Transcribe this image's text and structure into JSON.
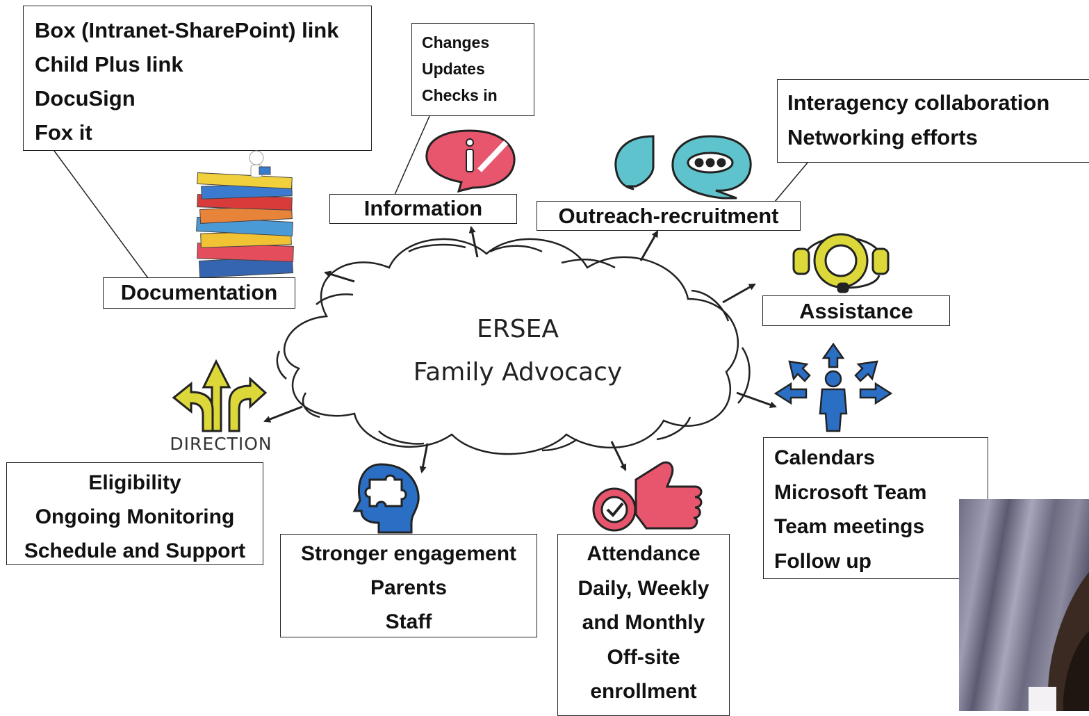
{
  "center": {
    "title": "ERSEA",
    "subtitle": "Family Advocacy"
  },
  "boxes": {
    "top_left_links": [
      "Box (Intranet-SharePoint) link",
      "Child Plus link",
      "DocuSign",
      "Fox it"
    ],
    "info_notes": [
      "Changes",
      "Updates",
      "Checks in"
    ],
    "interagency": [
      "Interagency collaboration",
      "Networking efforts"
    ],
    "eligibility": [
      "Eligibility",
      "Ongoing Monitoring",
      "Schedule and Support"
    ],
    "engagement": [
      "Stronger engagement",
      "Parents",
      "Staff"
    ],
    "attendance": [
      "Attendance",
      "Daily, Weekly",
      "and Monthly",
      "Off-site",
      "enrollment"
    ],
    "calendars": [
      "Calendars",
      "Microsoft Team",
      "Team meetings",
      "Follow up"
    ]
  },
  "labels": {
    "documentation": "Documentation",
    "information": "Information",
    "outreach": "Outreach-recruitment",
    "assistance": "Assistance",
    "direction_icon_text": "DIRECTION"
  },
  "icons": [
    "document-stack-icon",
    "info-bubble-icon",
    "chat-bubbles-icon",
    "headset-icon",
    "direction-arrows-icon",
    "person-arrows-icon",
    "puzzle-head-icon",
    "thumbs-up-check-icon"
  ],
  "colors": {
    "pink": "#e8566e",
    "teal": "#5ec3cc",
    "yellow": "#dcd83a",
    "blue": "#2b6fc4",
    "line": "#222222"
  }
}
